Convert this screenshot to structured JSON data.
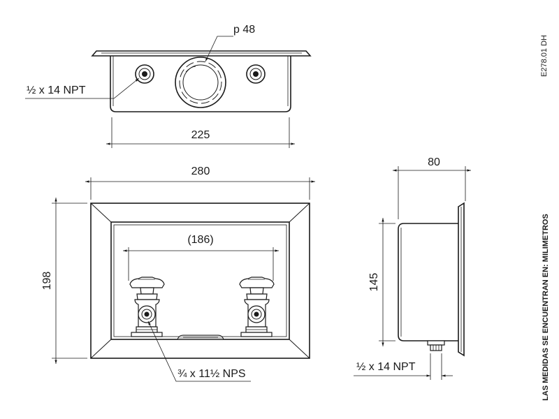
{
  "drawing_code": "E278.01 DH",
  "units_note": "LAS MEDIDAS SE ENCUENTRAN EN: MILIMETROS",
  "top_view": {
    "diameter_label": "p 48",
    "thread_label": "½ x 14 NPT",
    "width_label": "225"
  },
  "front_view": {
    "width_label": "280",
    "height_label": "198",
    "valve_spacing_label": "(186)",
    "valve_thread_label": "¾ x 11½ NPS"
  },
  "side_view": {
    "depth_label": "80",
    "height_label": "145",
    "thread_label": "½ x 14 NPT"
  }
}
